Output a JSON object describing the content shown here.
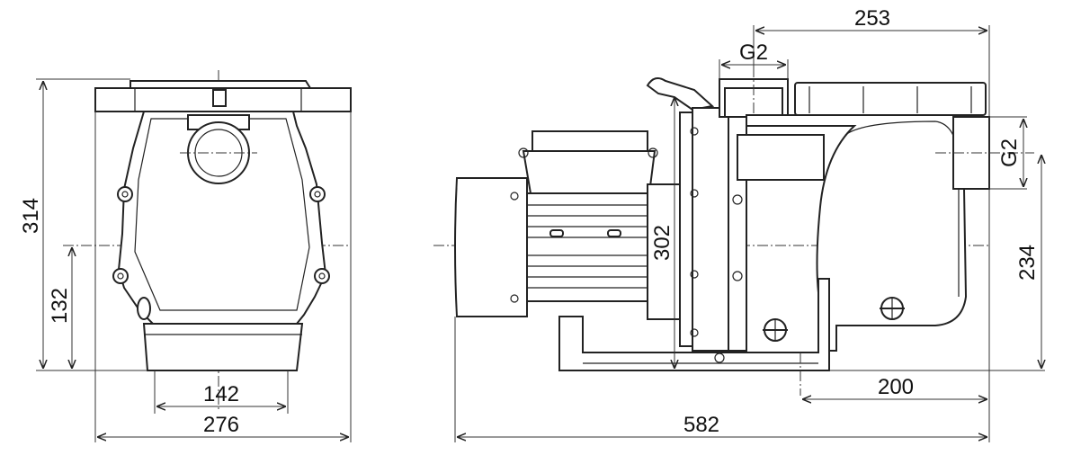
{
  "colors": {
    "ink": "#222222",
    "background": "#ffffff"
  },
  "dimensions": {
    "height_total": "314",
    "axis_height_front": "132",
    "width_inner": "142",
    "width_total_front": "276",
    "height_side": "302",
    "length_total": "582",
    "inlet_offset": "253",
    "thread_top": "G2",
    "thread_side": "G2",
    "axis_height_side": "234",
    "foot_to_end": "200"
  }
}
